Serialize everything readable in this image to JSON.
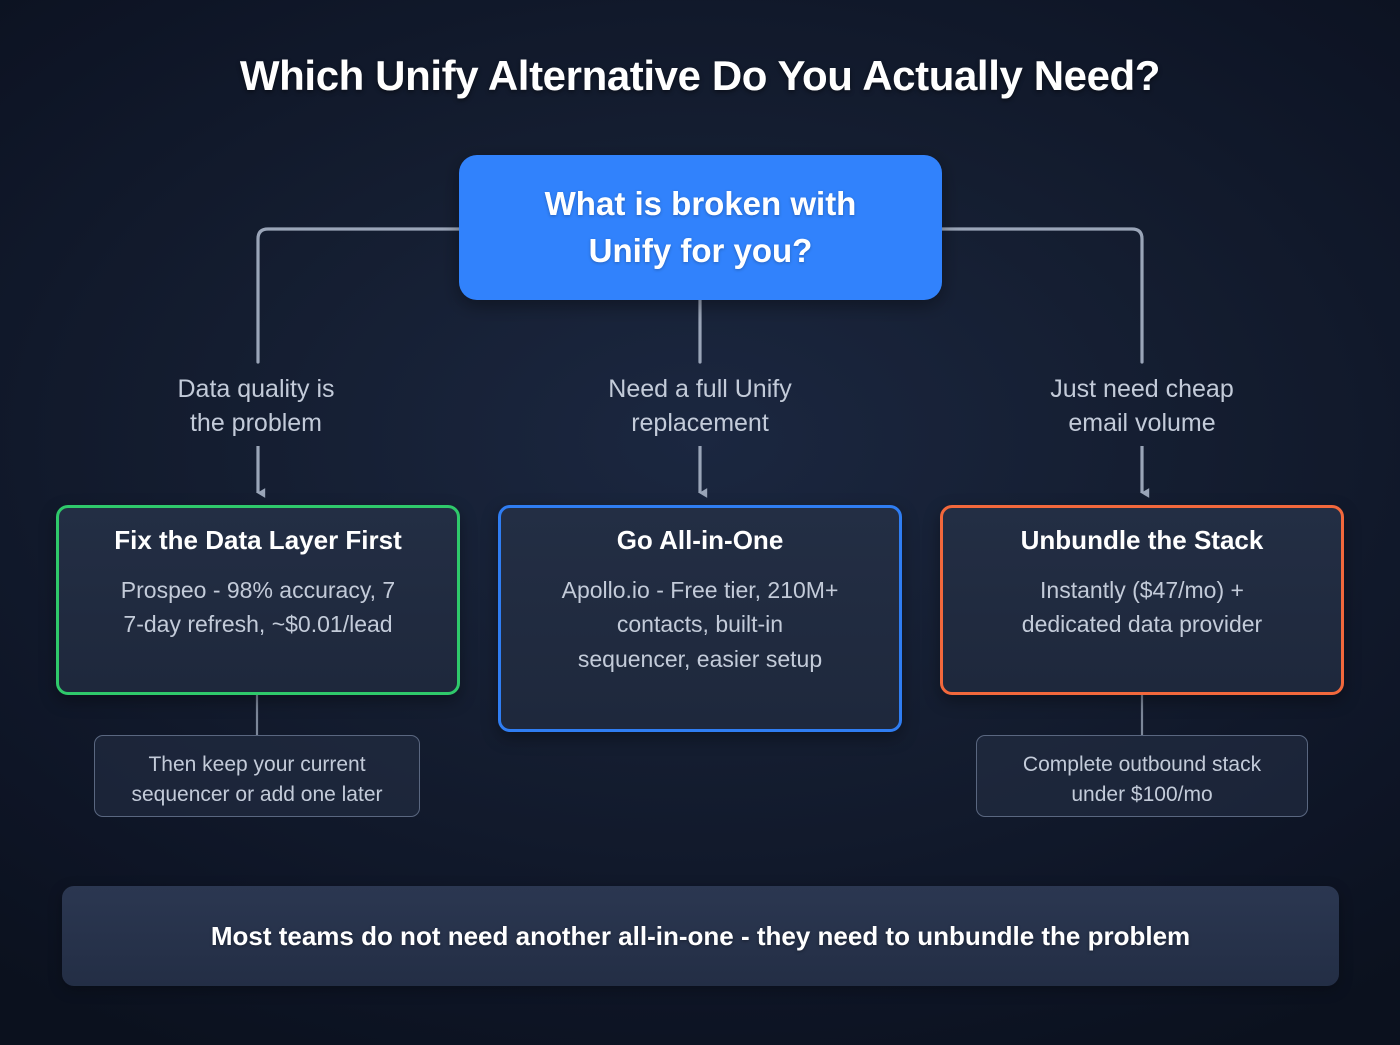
{
  "page": {
    "title": "Which Unify Alternative Do You Actually Need?",
    "background_color": "#141d30"
  },
  "root_node": {
    "line1": "What is broken with",
    "line2": "Unify for you?",
    "color": "#2f7df2"
  },
  "branches": [
    {
      "label_line1": "Data quality is",
      "label_line2": "the problem"
    },
    {
      "label_line1": "Need a full Unify",
      "label_line2": "replacement"
    },
    {
      "label_line1": "Just need cheap",
      "label_line2": "email volume"
    }
  ],
  "options": [
    {
      "title": "Fix the Data Layer First",
      "desc_line1": "Prospeo - 98% accuracy, 7",
      "desc_line2": "7-day refresh, ~$0.01/lead",
      "desc_line3": "",
      "accent": "#2fc96b"
    },
    {
      "title": "Go All-in-One",
      "desc_line1": "Apollo.io - Free tier, 210M+",
      "desc_line2": "contacts, built-in",
      "desc_line3": "sequencer, easier setup",
      "accent": "#2f7df2"
    },
    {
      "title": "Unbundle the Stack",
      "desc_line1": "Instantly ($47/mo) +",
      "desc_line2": "dedicated data provider",
      "desc_line3": "",
      "accent": "#f2683c"
    }
  ],
  "sub_notes": [
    {
      "line1": "Then keep your current",
      "line2": "sequencer or add one later"
    },
    {
      "line1": "Complete outbound stack",
      "line2": "under $100/mo"
    }
  ],
  "bottom_banner": {
    "text": "Most teams do not need another all-in-one - they need to unbundle the problem"
  },
  "connector_color": "#9aa5b8"
}
